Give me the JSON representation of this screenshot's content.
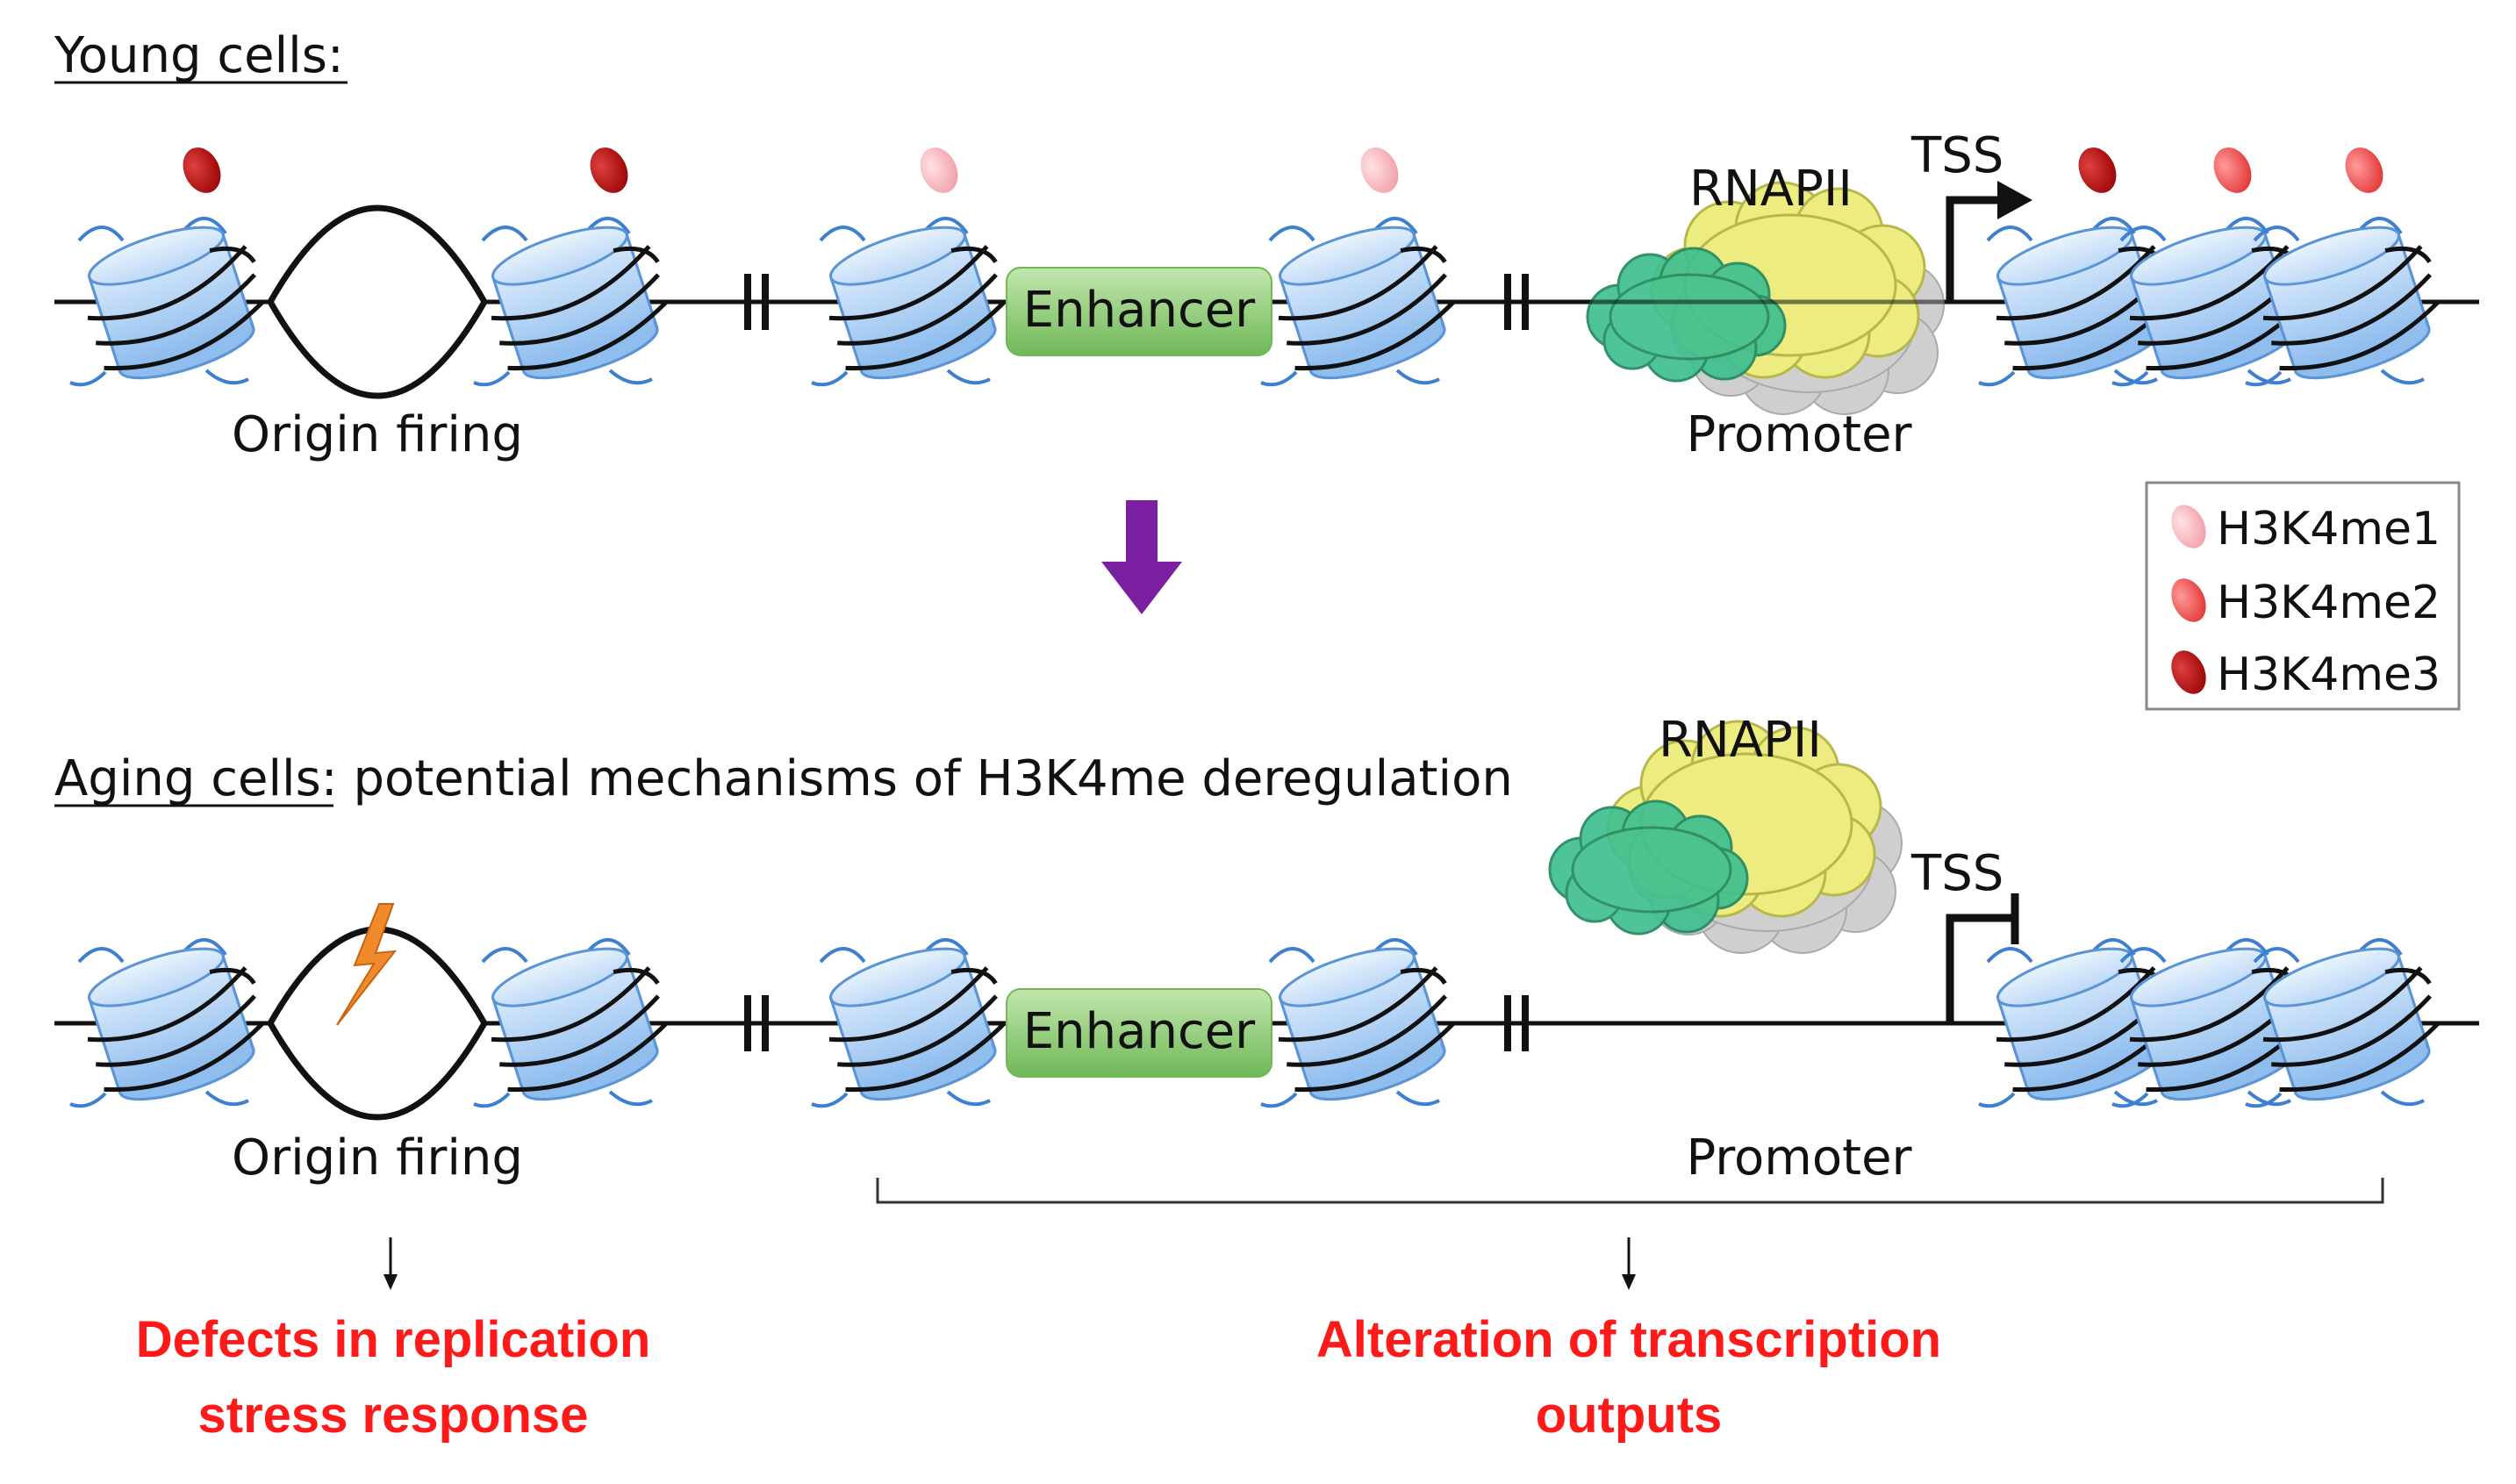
{
  "young": {
    "heading": "Young cells:",
    "origin_label": "Origin firing",
    "enhancer_label": "Enhancer",
    "promoter_label": "Promoter",
    "rnapii_label": "RNAPII",
    "tss_label": "TSS"
  },
  "aging": {
    "heading_underlined": "Aging cells:",
    "heading_rest": " potential mechanisms of H3K4me deregulation",
    "origin_label": "Origin firing",
    "enhancer_label": "Enhancer",
    "promoter_label": "Promoter",
    "rnapii_label": "RNAPII",
    "tss_label": "TSS"
  },
  "legend": {
    "items": [
      {
        "label": "H3K4me1",
        "color": "#f7b8bd"
      },
      {
        "label": "H3K4me2",
        "color": "#f55555"
      },
      {
        "label": "H3K4me3",
        "color": "#c01010"
      }
    ]
  },
  "outcomes": {
    "left_line1": "Defects in replication",
    "left_line2": "stress response",
    "right_line1": "Alteration of transcription",
    "right_line2": "outputs"
  },
  "colors": {
    "arrow": "#7a1fa0",
    "nucleosome": "#a9cdf3",
    "enhancer": "#8fcf75",
    "rnapii_large": "#ecec80",
    "rnapii_small": "#3fbf90",
    "outcome_text": "#ff1a1a",
    "lightning": "#f08a2a"
  }
}
